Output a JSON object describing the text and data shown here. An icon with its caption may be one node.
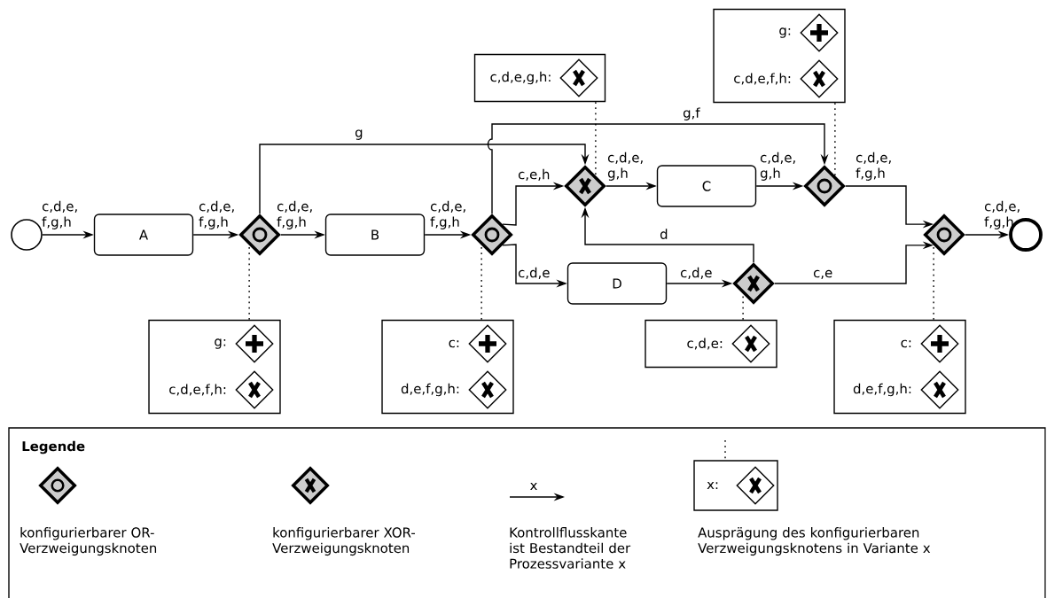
{
  "diagram": {
    "nodes": [
      {
        "text": [],
        "shape": "circle"
      },
      {
        "text": [
          "A"
        ]
      },
      {
        "text": [],
        "shape": "diamond"
      },
      {
        "text": [
          "B"
        ]
      },
      {
        "text": [],
        "shape": "diamond"
      },
      {
        "text": [],
        "shape": "diamond"
      },
      {
        "text": [
          "C"
        ]
      },
      {
        "text": [],
        "shape": "diamond"
      },
      {
        "text": [
          "D"
        ]
      },
      {
        "text": [],
        "shape": "diamond"
      },
      {
        "text": [],
        "shape": "diamond"
      },
      {
        "text": [],
        "shape": "circle"
      },
      {
        "text": [
          "g:",
          "c,d,e,f,h:"
        ]
      },
      {
        "text": [
          "c:",
          "d,e,f,g,h:"
        ]
      },
      {
        "text": [
          "c,d,e,g,h:"
        ]
      },
      {
        "text": [
          "g:",
          "c,d,e,f,h:"
        ]
      },
      {
        "text": [
          "c,d,e:"
        ]
      },
      {
        "text": [
          "c:",
          "d,e,f,g,h:"
        ]
      }
    ],
    "edges": [
      {
        "from": 0,
        "to": 1,
        "arrow": "to",
        "label": "c,d,e, f,g,h"
      },
      {
        "from": 1,
        "to": 2,
        "arrow": "to",
        "label": "c,d,e, f,g,h"
      },
      {
        "from": 2,
        "to": 3,
        "arrow": "to",
        "label": "c,d,e, f,g,h"
      },
      {
        "from": 3,
        "to": 4,
        "arrow": "to",
        "label": "c,d,e, f,g,h"
      },
      {
        "from": 2,
        "to": 5,
        "arrow": "to",
        "label": "g"
      },
      {
        "from": 4,
        "to": 5,
        "arrow": "to",
        "label": "c,e,h"
      },
      {
        "from": 4,
        "to": 8,
        "arrow": "to",
        "label": "c,d,e"
      },
      {
        "from": 4,
        "to": 7,
        "arrow": "to",
        "label": "g,f"
      },
      {
        "from": 5,
        "to": 6,
        "arrow": "to",
        "label": "c,d,e, g,h"
      },
      {
        "from": 6,
        "to": 7,
        "arrow": "to",
        "label": "c,d,e, g,h"
      },
      {
        "from": 8,
        "to": 9,
        "arrow": "to",
        "label": "c,d,e"
      },
      {
        "from": 9,
        "to": 5,
        "arrow": "to",
        "label": "d"
      },
      {
        "from": 7,
        "to": 10,
        "arrow": "to",
        "label": "c,d,e, f,g,h"
      },
      {
        "from": 9,
        "to": 10,
        "arrow": "to",
        "label": "c,e"
      },
      {
        "from": 10,
        "to": 11,
        "arrow": "to",
        "label": "c,d,e, f,g,h"
      },
      {
        "from": 12,
        "to": 2,
        "arrow": "none",
        "style": "dashed"
      },
      {
        "from": 13,
        "to": 4,
        "arrow": "none",
        "style": "dashed"
      },
      {
        "from": 14,
        "to": 5,
        "arrow": "none",
        "style": "dashed"
      },
      {
        "from": 15,
        "to": 7,
        "arrow": "none",
        "style": "dashed"
      },
      {
        "from": 16,
        "to": 9,
        "arrow": "none",
        "style": "dashed"
      },
      {
        "from": 17,
        "to": 10,
        "arrow": "none",
        "style": "dashed"
      }
    ],
    "labels": [
      "Legende",
      "x",
      "x:"
    ],
    "legend": [
      {
        "text": "konfigurierbarer OR- Verzweigungsknoten"
      },
      {
        "text": "konfigurierbarer XOR- Verzweigungsknoten"
      },
      {
        "text": "Kontrollflusskante ist Bestandteil der Prozessvariante x"
      },
      {
        "text": "Ausprägung des konfigurierbaren Verzweigungsknotens in Variante x"
      }
    ]
  }
}
